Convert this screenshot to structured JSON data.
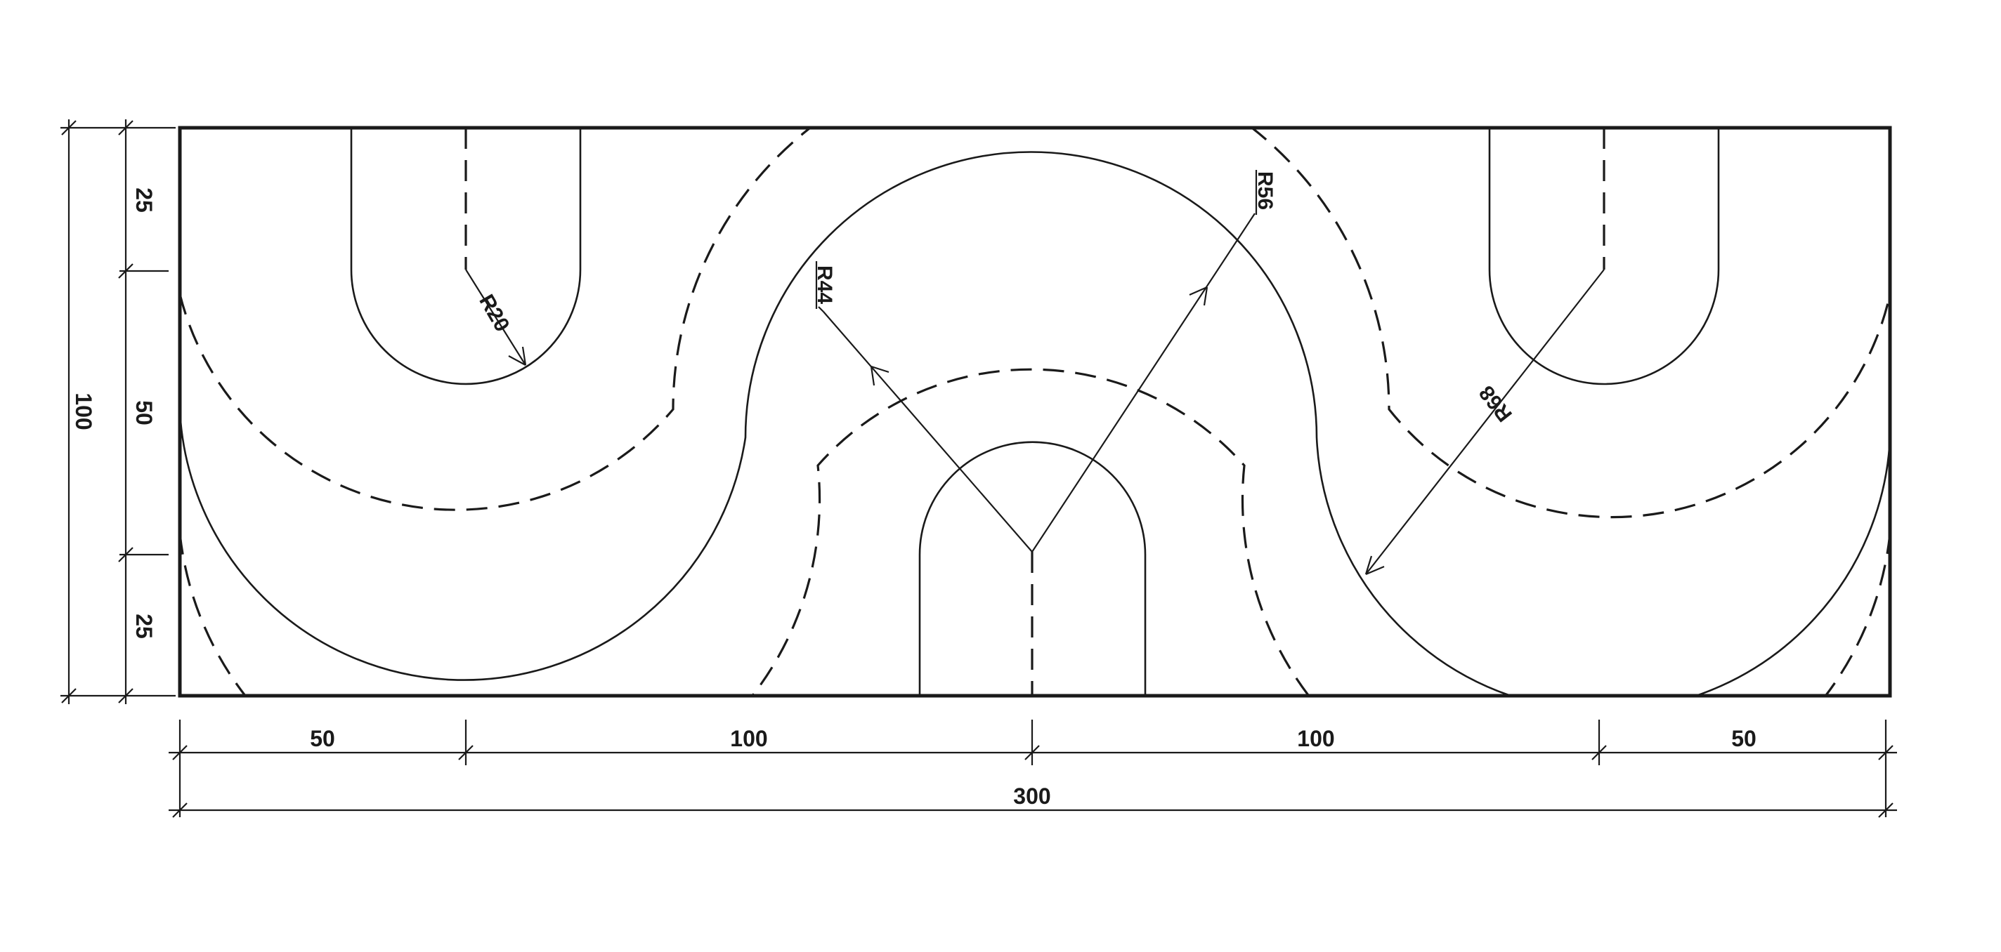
{
  "colors": {
    "line": "#1a1a1a",
    "background": "#ffffff"
  },
  "dimensions": {
    "horizontal": {
      "segment_1": "50",
      "segment_2": "100",
      "segment_3": "100",
      "segment_4": "50",
      "overall": "300"
    },
    "vertical": {
      "top": "25",
      "middle": "50",
      "bottom": "25",
      "overall": "100"
    }
  },
  "radii": {
    "slot": "R20",
    "inner_path": "R44",
    "outer_path": "R56",
    "right_path": "R68"
  }
}
